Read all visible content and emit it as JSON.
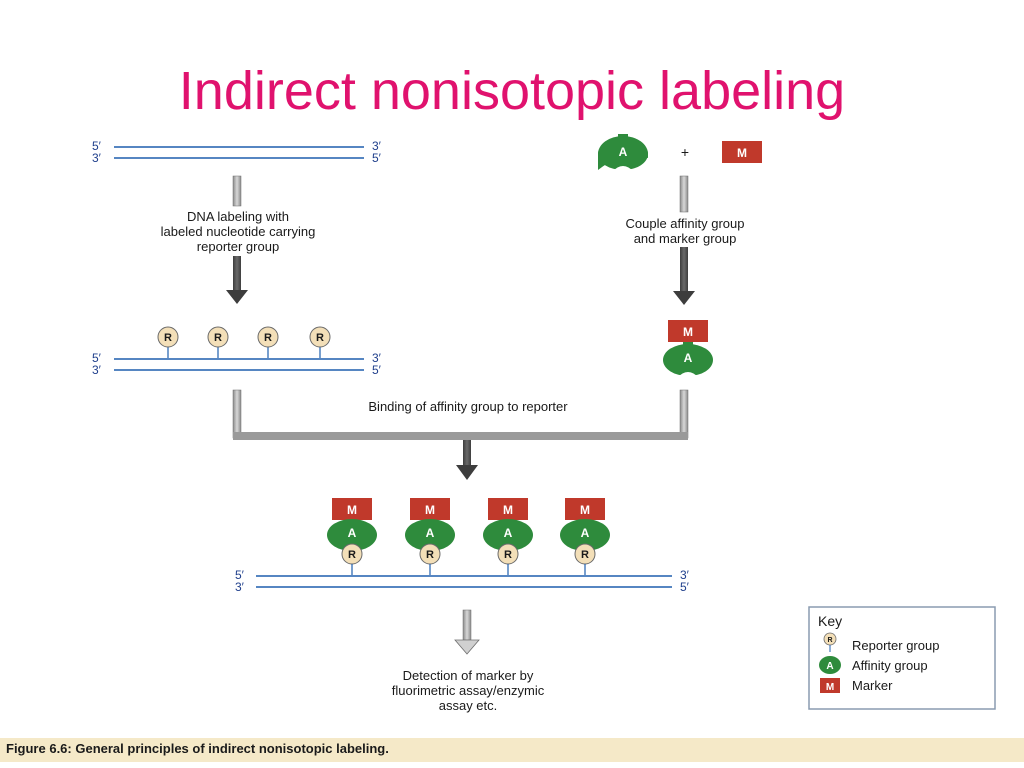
{
  "title": "Indirect nonisotopic labeling",
  "strand_ends": {
    "five": "5′",
    "three": "3′"
  },
  "left_path": {
    "step1": [
      "DNA labeling with",
      "labeled nucleotide carrying",
      "reporter group"
    ]
  },
  "right_path": {
    "plus": "+",
    "step1": [
      "Couple affinity group",
      "and marker group"
    ]
  },
  "merge_step": "Binding of affinity group to reporter",
  "final_step": [
    "Detection of marker by",
    "fluorimetric assay/enzymic",
    "assay etc."
  ],
  "symbols": {
    "reporter": "R",
    "affinity": "A",
    "marker": "M"
  },
  "key": {
    "title": "Key",
    "items": [
      "Reporter group",
      "Affinity group",
      "Marker"
    ]
  },
  "caption": "Figure 6.6: General principles of indirect nonisotopic labeling.",
  "colors": {
    "title": "#e0126e",
    "affinity": "#2e8b3c",
    "marker": "#c0392b",
    "reporter": "#f3dfb8",
    "strand": "#1f5fae",
    "arrow": "#4a4a4a"
  }
}
